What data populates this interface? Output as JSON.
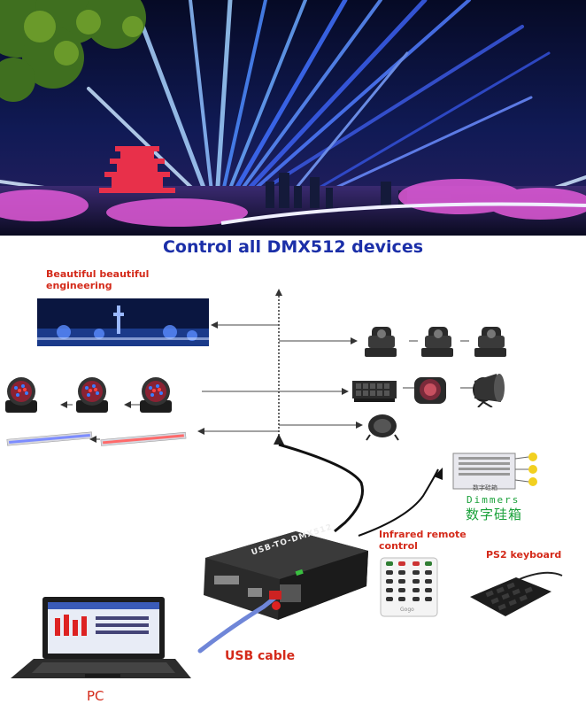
{
  "headline": "Control all DMX512 devices",
  "labels": {
    "engineering": [
      "Beautiful beautiful",
      "engineering"
    ],
    "infrared": [
      "Infrared remote",
      "control"
    ],
    "ps2": "PS2 keyboard",
    "dimmers_en": "Dimmers",
    "dimmers_cn": "数字硅箱",
    "dimmer_case": "数字硅箱",
    "usb_cable": "USB cable",
    "pc": "PC",
    "device_face": "USB-TO-DMX512",
    "remote_brand": "Gogo"
  },
  "colors": {
    "headline": "#1b2fa8",
    "label_red": "#d42a1a",
    "dimmer_green": "#1aa13a",
    "line": "#444444"
  }
}
